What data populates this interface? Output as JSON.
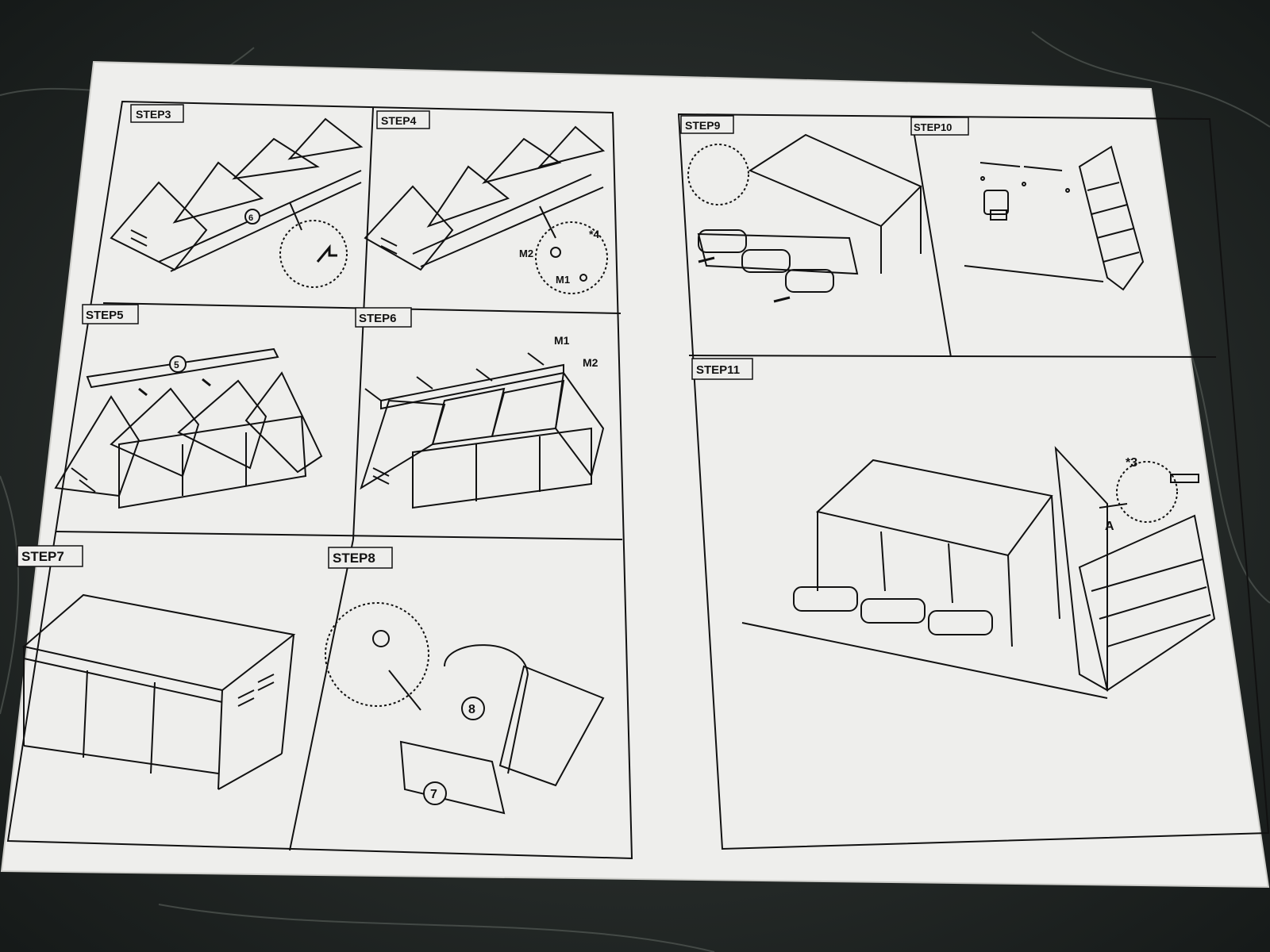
{
  "steps": {
    "step3": "STEP3",
    "step4": "STEP4",
    "step5": "STEP5",
    "step6": "STEP6",
    "step7": "STEP7",
    "step8": "STEP8",
    "step9": "STEP9",
    "step10": "STEP10",
    "step11": "STEP11"
  },
  "callouts": {
    "part6": "6",
    "part5": "5",
    "part7": "7",
    "part8": "8",
    "qty4": "*4",
    "qty3": "*3",
    "m1": "M1",
    "m2": "M2",
    "anchor_a": "A"
  },
  "colors": {
    "countertop": "#1f2422",
    "paper": "#eeeeec",
    "ink": "#111111"
  }
}
